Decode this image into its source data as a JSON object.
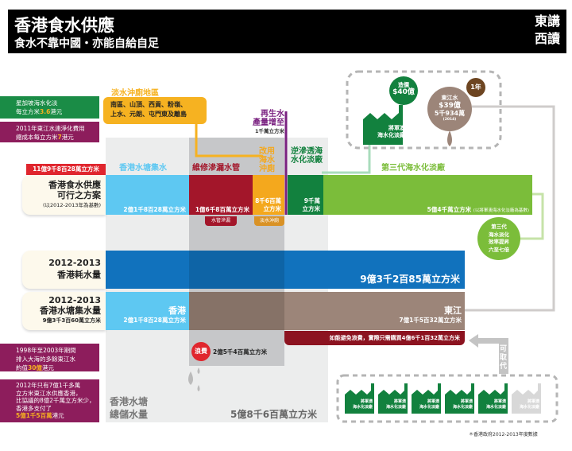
{
  "header": {
    "title": "香港食水供應",
    "subtitle": "食水不靠中國・亦能自給自足",
    "logo_line1": "東講",
    "logo_line2": "西讀"
  },
  "notes": {
    "singapore": {
      "line1": "星加坡海水化淡",
      "line2_pre": "每立方米",
      "line2_hl": "3.6",
      "line2_post": "港元"
    },
    "dongjiang_cost": {
      "line1": "2011年東江水連淨化費用",
      "line2_pre": "總成本每立方米",
      "line2_hl": "7",
      "line2_post": "港元"
    },
    "surplus_1998": {
      "line1": "1998年至2003年期間",
      "line2": "排入大海的多餘東江水",
      "line3_pre": "約值",
      "line3_hl": "30億",
      "line3_post": "港元"
    },
    "overpaid_2012": {
      "line1": "2012年只有7億1千多萬",
      "line2": "立方米東江水供應香港，",
      "line3": "比協議的8億2千萬立方米少，",
      "line4": "香港多支付了",
      "line5_hl": "5億1千5百萬",
      "line5_post": "港元"
    }
  },
  "flushing": {
    "title": "淡水沖廁地區",
    "areas_line1": "南區、山頂、西貢、粉嶺、",
    "areas_line2": "上水、元朗、屯門東及離島"
  },
  "recycled": {
    "line1": "再生水",
    "line2": "產量增至",
    "line3": "1千萬立方米"
  },
  "supply_row": {
    "total": "11億9千8百28萬立方米",
    "label1": "香港食水供應",
    "label2": "可行之方案",
    "label3": "(以2012-2013年為基數)",
    "segments": [
      {
        "caption": "香港水塘集水",
        "value": "2億1千8百28萬立方米",
        "color": "#5ec8f2"
      },
      {
        "caption": "維修滲漏水管",
        "value": "1億6千8百萬立方米",
        "color": "#a3162a",
        "tag": "水管滲漏"
      },
      {
        "caption": "改用海水沖廁",
        "value_line1": "8千6百萬",
        "value_line2": "立方米",
        "color": "#f4a81d",
        "tag": "淡水沖廁"
      },
      {
        "caption": "逆滲透海水化淡廠",
        "value_line1": "9千萬",
        "value_line2": "立方米",
        "color": "#12813e"
      },
      {
        "caption": "第三代海水化淡廠",
        "value": "5億4千萬立方米",
        "note": "(以將軍澳海水化淡廠為基數)",
        "color": "#7bbd3a"
      }
    ]
  },
  "consumption_row": {
    "year": "2012-2013",
    "label": "香港耗水量",
    "value": "9億3千2百85萬立方米",
    "color": "#1172bd"
  },
  "catchment_row": {
    "year": "2012-2013",
    "label": "香港水塘集水量",
    "total": "9億3千3百60萬立方米",
    "hk": {
      "name": "香港",
      "value": "2億1千8百28萬立方米"
    },
    "dj": {
      "name": "東江",
      "value": "7億1千5百32萬立方米"
    }
  },
  "avoid_waste": "如能避免浪費，實際只需購買4億6千1百32萬立方米",
  "waste": {
    "badge": "浪費",
    "value": "2億5千4百萬立方米"
  },
  "storage": {
    "line1": "香港水塘",
    "line2": "總儲水量",
    "value": "5億8千6百萬立方米"
  },
  "plant": {
    "cost_line1": "造價",
    "cost_line2": "$40億",
    "name_line1": "將軍澳",
    "name_line2": "海水化淡廠"
  },
  "dongjiang_price": {
    "badge": "1年",
    "line1": "東江水",
    "line2": "$39億",
    "line3": "5千934萬",
    "line4": "(2014)"
  },
  "efficiency": {
    "line1": "第三代",
    "line2": "海水淡化",
    "line3": "效率提昇",
    "line4": "六至七倍"
  },
  "replace": "可取代",
  "plants_count": 6,
  "footnote": "＊香港政府2012-2013年度數據"
}
